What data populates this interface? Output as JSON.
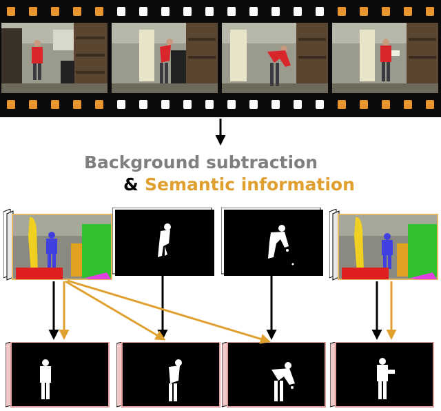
{
  "caption": {
    "line1": "Background subtraction",
    "amp": "&",
    "line2": "Semantic information"
  },
  "colors": {
    "gray_text": "#7f7f7f",
    "orange": "#e0a030",
    "black_arrow": "#000000",
    "film_dark": "#0a0a0a",
    "sprocket_orange": "#e8962c",
    "sprocket_white": "#ffffff",
    "output_border": "#e0a0a0"
  },
  "filmstrip": {
    "frame_count": 4,
    "sprocket_color_pattern": [
      "orange",
      "white",
      "white",
      "orange"
    ]
  },
  "inputs": [
    {
      "kind": "semantic-segmentation",
      "label_colors": [
        "#f0d020",
        "#4040e0",
        "#e0a020",
        "#30c030",
        "#e02020",
        "#e040e0"
      ]
    },
    {
      "kind": "foreground-mask"
    },
    {
      "kind": "foreground-mask"
    },
    {
      "kind": "semantic-segmentation",
      "label_colors": [
        "#f0d020",
        "#4040e0",
        "#e0a020",
        "#30c030",
        "#e02020",
        "#e040e0"
      ]
    }
  ],
  "outputs": [
    {
      "kind": "refined-mask"
    },
    {
      "kind": "refined-mask"
    },
    {
      "kind": "refined-mask"
    },
    {
      "kind": "refined-mask"
    }
  ]
}
